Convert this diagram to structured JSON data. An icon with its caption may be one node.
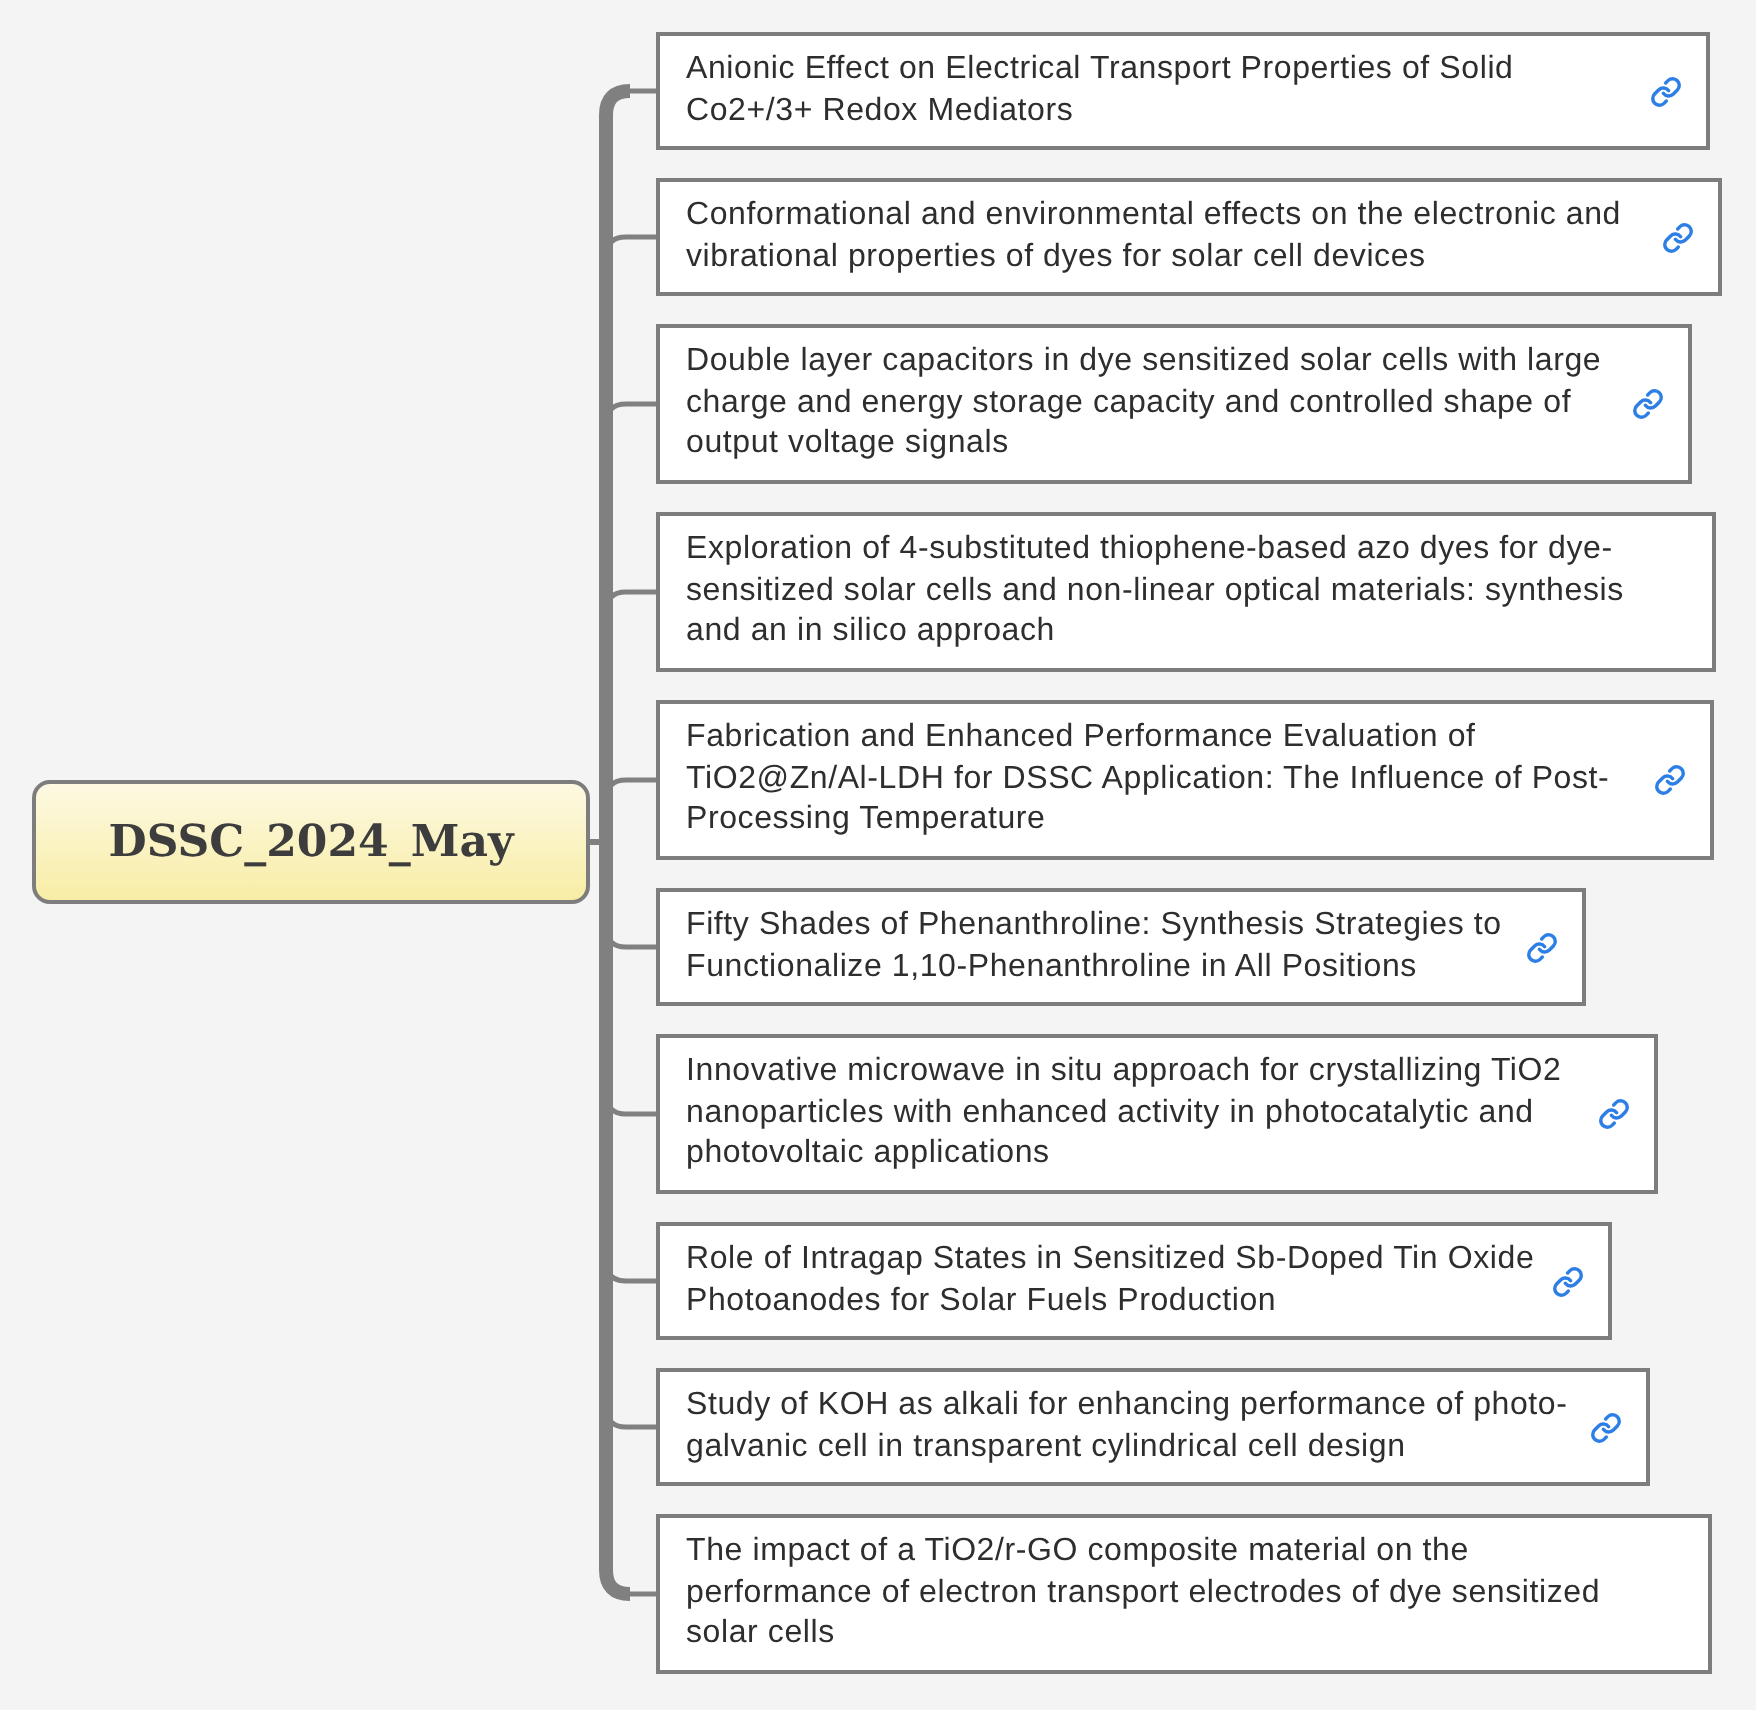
{
  "diagram": {
    "nodes": [
      {
        "text": [
          "DSSC_2024_May"
        ]
      },
      {
        "text": [
          "Anionic Effect on Electrical Transport Properties of Solid Co2+/3+ Redox Mediators"
        ]
      },
      {
        "text": [
          "Conformational and environmental effects on the electronic and vibrational properties of dyes for solar cell devices"
        ]
      },
      {
        "text": [
          "Double layer capacitors in dye sensitized solar cells with large charge and energy storage capacity and controlled shape of output voltage signals"
        ]
      },
      {
        "text": [
          "Exploration of 4-substituted thiophene-based azo dyes for dye-sensitized solar cells and non-linear optical materials: synthesis and an in silico approach"
        ]
      },
      {
        "text": [
          "Fabrication and Enhanced Performance Evaluation of TiO2@Zn/Al-LDH for DSSC Application: The Influence of Post-Processing Temperature"
        ]
      },
      {
        "text": [
          "Fifty Shades of Phenanthroline: Synthesis Strategies to Functionalize 1,10-Phenanthroline in All Positions"
        ]
      },
      {
        "text": [
          "Innovative microwave in situ approach for crystallizing TiO2 nanoparticles with enhanced activity in photocatalytic and photovoltaic applications"
        ]
      },
      {
        "text": [
          "Role of Intragap States in Sensitized Sb-Doped Tin Oxide Photoanodes for Solar Fuels Production"
        ]
      },
      {
        "text": [
          "Study of KOH as alkali for enhancing performance of photo-galvanic cell in transparent cylindrical cell design"
        ]
      },
      {
        "text": [
          "The impact of a TiO2/r-GO composite material on the performance of electron transport electrodes of dye sensitized solar cells"
        ]
      }
    ],
    "edges": [
      {
        "from": 0,
        "to": 1,
        "arrow": "none"
      },
      {
        "from": 0,
        "to": 2,
        "arrow": "none"
      },
      {
        "from": 0,
        "to": 3,
        "arrow": "none"
      },
      {
        "from": 0,
        "to": 4,
        "arrow": "none"
      },
      {
        "from": 0,
        "to": 5,
        "arrow": "none"
      },
      {
        "from": 0,
        "to": 6,
        "arrow": "none"
      },
      {
        "from": 0,
        "to": 7,
        "arrow": "none"
      },
      {
        "from": 0,
        "to": 8,
        "arrow": "none"
      },
      {
        "from": 0,
        "to": 9,
        "arrow": "none"
      },
      {
        "from": 0,
        "to": 10,
        "arrow": "none"
      }
    ]
  }
}
